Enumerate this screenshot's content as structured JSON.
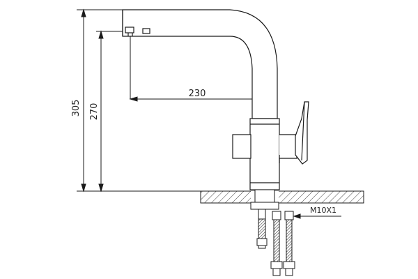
{
  "dimensions": {
    "total_height": "305",
    "spout_height": "270",
    "spout_reach": "230",
    "thread": "M10X1"
  },
  "colors": {
    "line": "#1a1a1a",
    "centerline": "#c04040",
    "hatch": "#444444",
    "background": "#ffffff"
  }
}
